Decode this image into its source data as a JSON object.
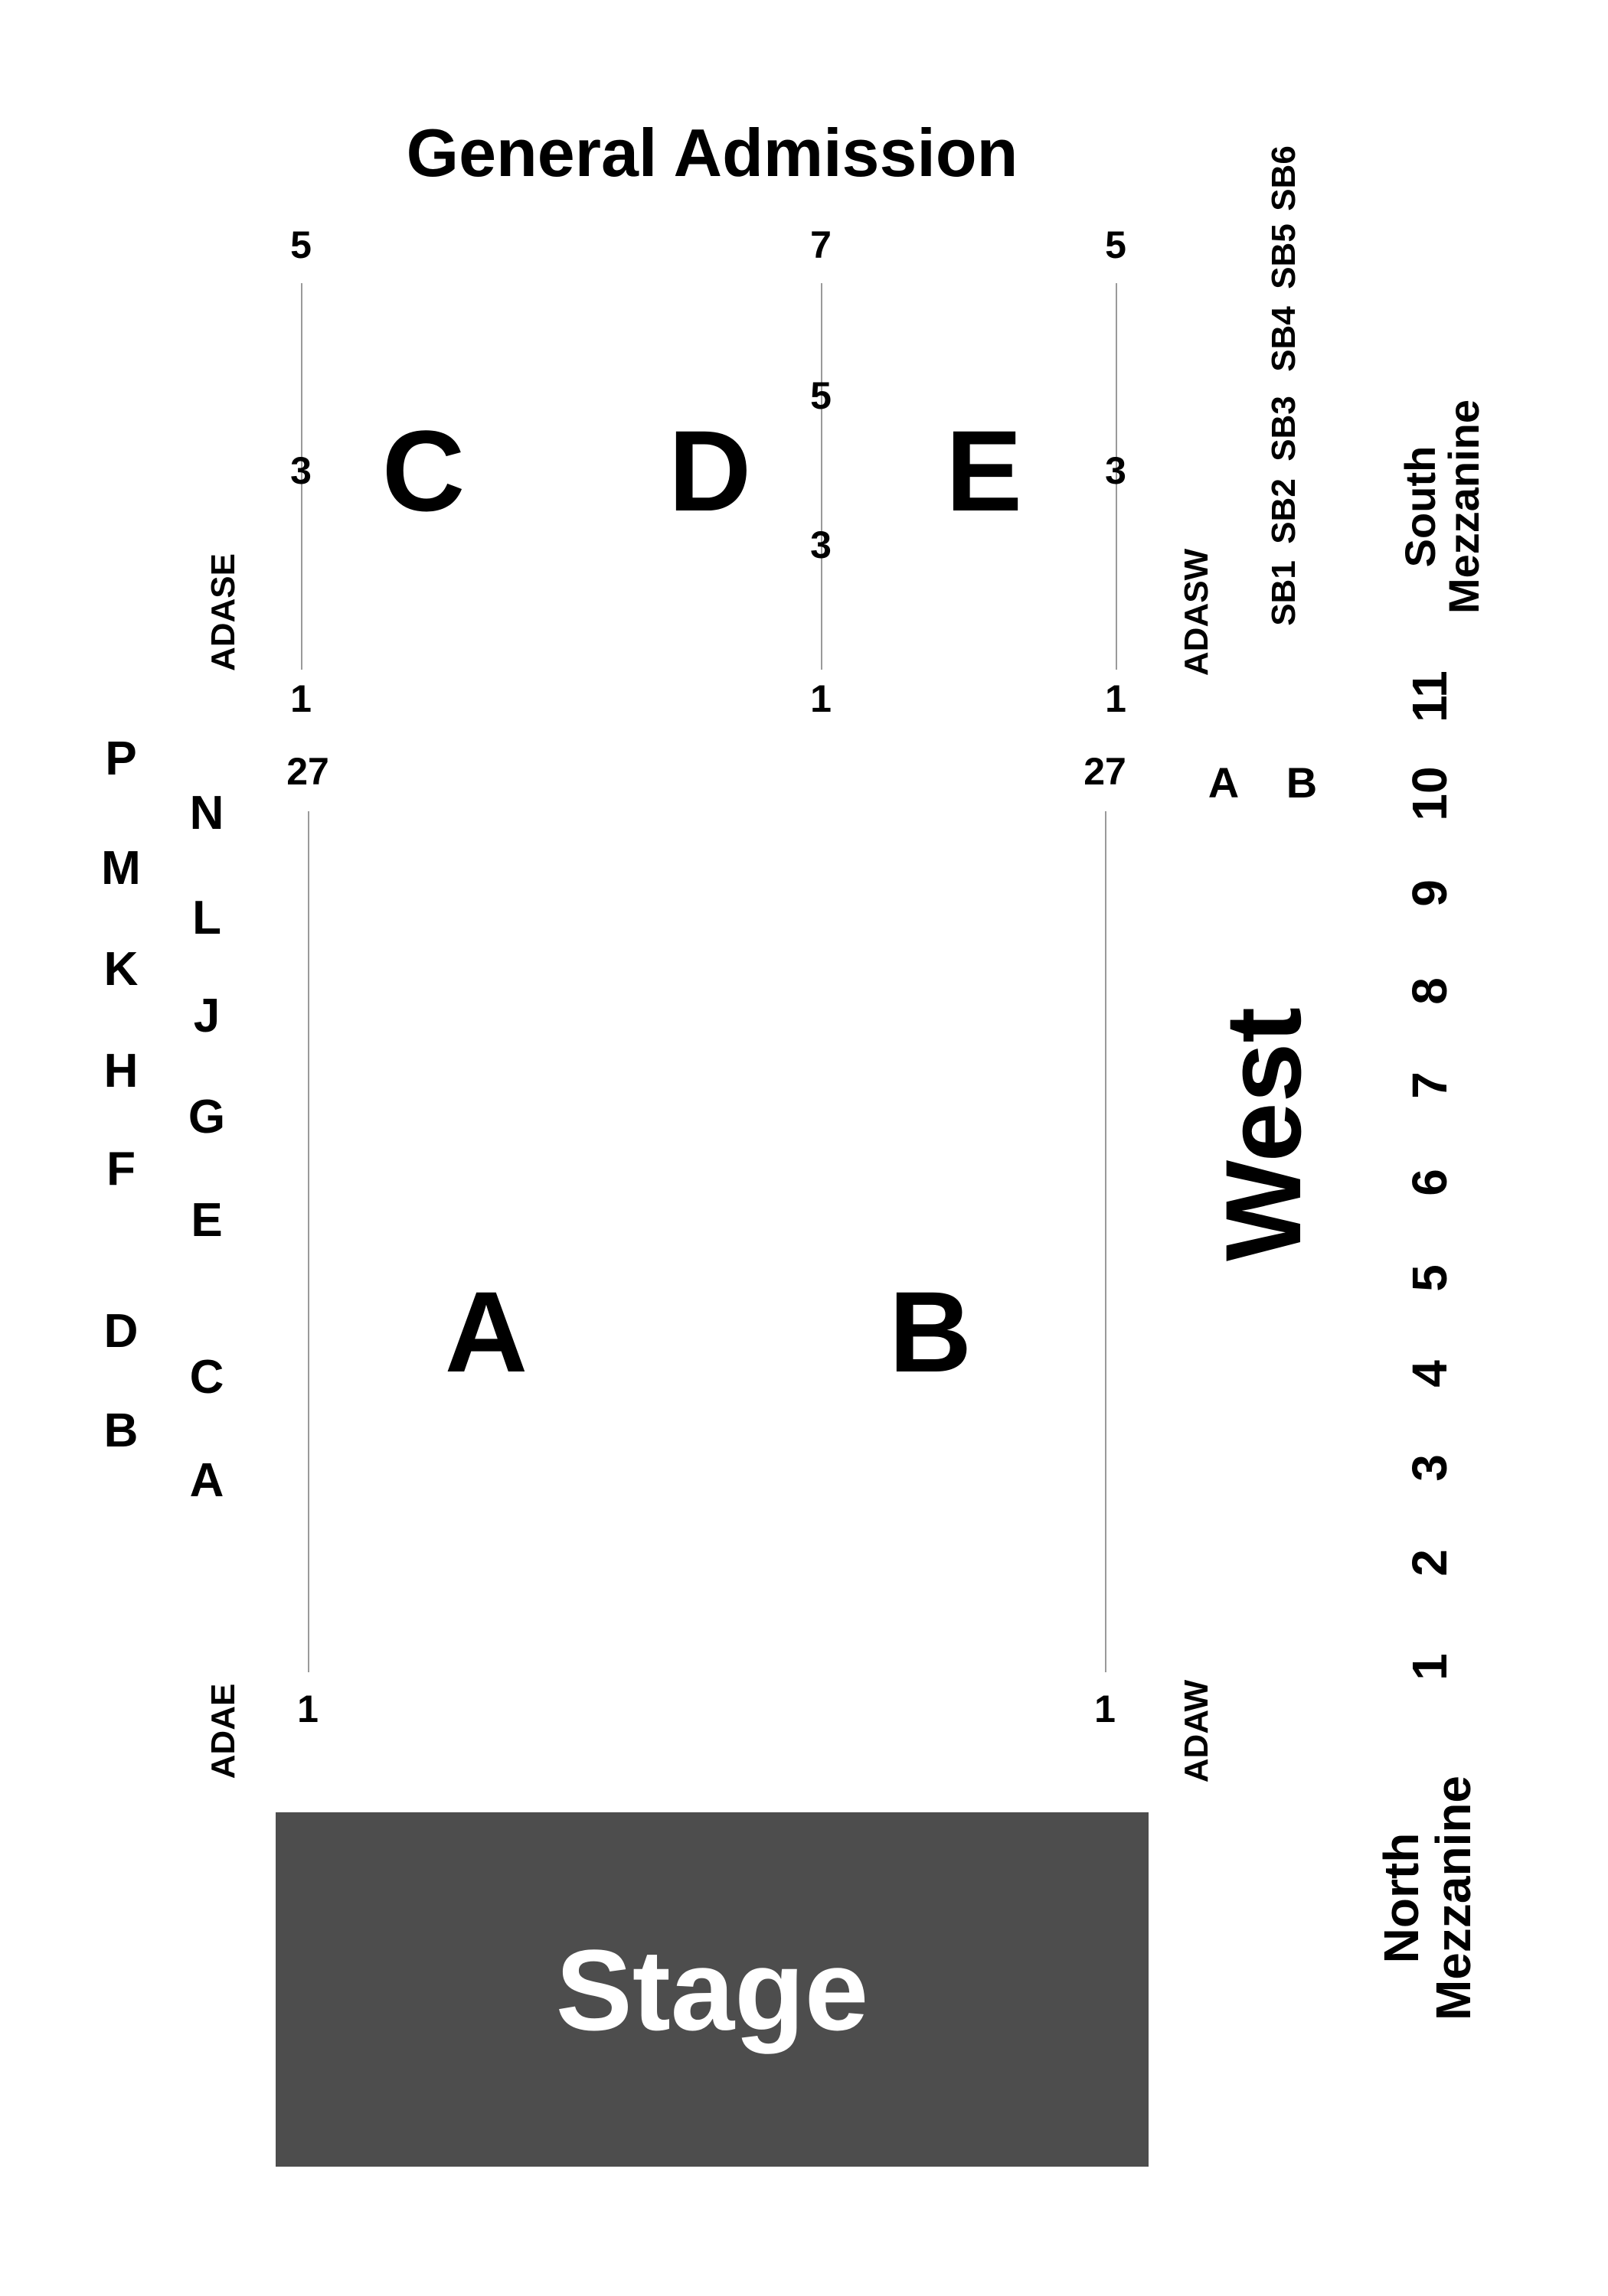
{
  "title": "General Admission",
  "stage": "Stage",
  "sections": {
    "a": "A",
    "b": "B",
    "c": "C",
    "d": "D",
    "e": "E"
  },
  "west": "West",
  "upper_seats": {
    "left": [
      "5",
      "3",
      "1"
    ],
    "center": [
      "7",
      "5",
      "3",
      "1"
    ],
    "right": [
      "5",
      "3",
      "1"
    ]
  },
  "lower_seats": {
    "left": [
      "27",
      "1"
    ],
    "right": [
      "27",
      "1"
    ]
  },
  "rows_outer": [
    "P",
    "M",
    "K",
    "H",
    "F",
    "D",
    "B"
  ],
  "rows_inner": [
    "N",
    "L",
    "J",
    "G",
    "E",
    "C",
    "A"
  ],
  "ada": {
    "ase": "ADASE",
    "asw": "ADASW",
    "ae": "ADAE",
    "aw": "ADAW"
  },
  "box_seats": [
    "SB1",
    "SB2",
    "SB3",
    "SB4",
    "SB5",
    "SB6"
  ],
  "west_boxes": [
    "A",
    "B"
  ],
  "mezzanine": {
    "south_line1": "South",
    "south_line2": "Mezzanine",
    "north_line1": "North",
    "north_line2": "Mezzanine",
    "numbers": [
      "11",
      "10",
      "9",
      "8",
      "7",
      "6",
      "5",
      "4",
      "3",
      "2",
      "1"
    ]
  },
  "colors": {
    "background": "#ffffff",
    "stage_fill": "#4d4d4d",
    "stage_text": "#ffffff",
    "aisle_line": "#9a9a9a",
    "text": "#000000"
  }
}
